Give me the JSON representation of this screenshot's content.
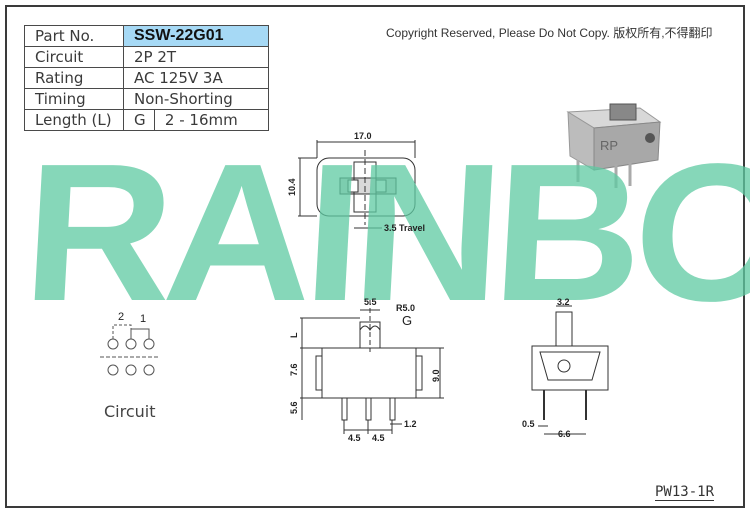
{
  "spec_table": {
    "part_no_label": "Part No.",
    "part_no_value": "SSW-22G01",
    "circuit_label": "Circuit",
    "circuit_value": "2P 2T",
    "rating_label": "Rating",
    "rating_value": "AC 125V 3A",
    "timing_label": "Timing",
    "timing_value": "Non-Shorting",
    "length_label": "Length (L)",
    "length_code": "G",
    "length_range": "2 - 16mm",
    "highlight_color": "#a6d9f5"
  },
  "copyright": "Copyright Reserved, Please Do Not Copy. 版权所有,不得翻印",
  "watermark": {
    "text": "RAINBOW",
    "color": "#5ecaa2"
  },
  "top_view": {
    "width": "17.0",
    "height": "10.4",
    "travel": "3.5 Travel"
  },
  "front_view": {
    "actuator_width": "5.5",
    "radius": "R5.0",
    "length_marker": "L",
    "knob_code": "G",
    "body_height": "7.6",
    "total_height": "9.0",
    "pin_length": "5.6",
    "pin_pitch_left": "4.5",
    "pin_pitch_right": "4.5",
    "pin_width": "1.2"
  },
  "side_view": {
    "actuator_width": "3.2",
    "pin_thickness": "0.5",
    "base_width": "6.6"
  },
  "circuit": {
    "caption": "Circuit",
    "pole_2": "2",
    "pole_1": "1"
  },
  "product_photo": {
    "body_mark": "RP"
  },
  "part_code": "PW13-1R"
}
